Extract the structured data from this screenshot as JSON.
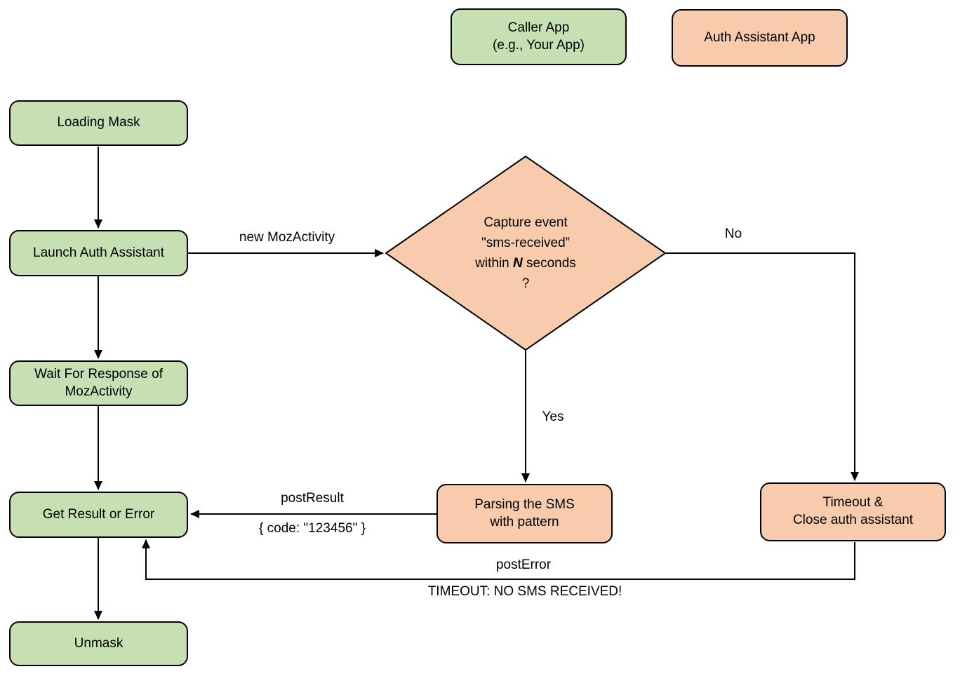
{
  "colors": {
    "caller_app_fill": "#c6e0b4",
    "auth_assistant_fill": "#f8cbad",
    "stroke": "#000000",
    "background": "#ffffff"
  },
  "legend": {
    "caller_app": "Caller App\n(e.g., Your App)",
    "auth_assistant_app": "Auth Assistant App"
  },
  "nodes": {
    "loading_mask": "Loading Mask",
    "launch_auth_assistant": "Launch Auth Assistant",
    "wait_for_response": "Wait For Response of\nMozActivity",
    "get_result_or_error": "Get Result or Error",
    "unmask": "Unmask",
    "parsing_sms": "Parsing the SMS\nwith pattern",
    "timeout_close": "Timeout &\nClose auth assistant",
    "decision": {
      "line1": "Capture event",
      "line2": "\"sms-received”",
      "line3_prefix": "within ",
      "line3_emphasis": "N",
      "line3_suffix": " seconds",
      "line4": "?"
    }
  },
  "edges": {
    "new_mozactivity": "new MozActivity",
    "no": "No",
    "yes": "Yes",
    "post_result": "postResult",
    "post_result_payload": "{ code: \"123456\" }",
    "post_error": "postError",
    "post_error_message": "TIMEOUT: NO SMS RECEIVED!"
  }
}
